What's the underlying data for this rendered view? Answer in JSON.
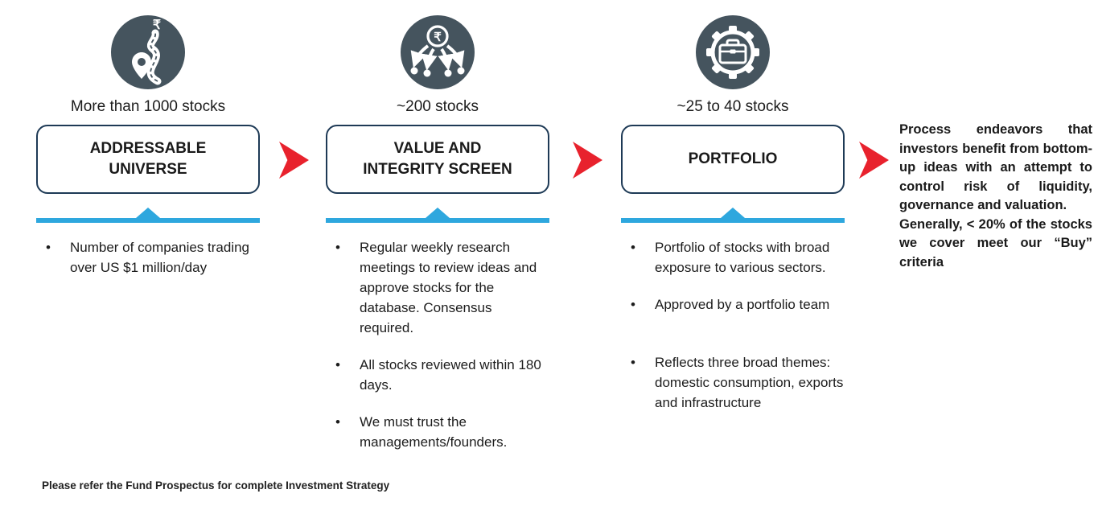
{
  "colors": {
    "icon_circle_bg": "#45545e",
    "box_border": "#1e3a56",
    "accent_blue": "#2ea7de",
    "accent_red": "#e8222d",
    "text": "#1c1c1c"
  },
  "columns": [
    {
      "icon": "route-pin-rupee-icon",
      "count_label": "More than 1000 stocks",
      "box_title": "ADDRESSABLE UNIVERSE",
      "bullets": [
        "Number of companies trading over US $1 million/day"
      ]
    },
    {
      "icon": "rupee-distribution-icon",
      "count_label": "~200 stocks",
      "box_title": "VALUE AND INTEGRITY SCREEN",
      "bullets": [
        "Regular weekly research meetings to review ideas and approve stocks for the database. Consensus required.",
        "All stocks reviewed within 180 days.",
        "We must trust the managements/founders."
      ]
    },
    {
      "icon": "briefcase-gear-icon",
      "count_label": "~25 to 40 stocks",
      "box_title": "PORTFOLIO",
      "bullets": [
        "Portfolio of stocks with broad exposure to various sectors.",
        "Approved by a portfolio team",
        "Reflects three broad themes: domestic consumption, exports and infrastructure"
      ]
    }
  ],
  "summary": {
    "paragraph1": "Process endeavors that investors benefit from bottom-up ideas with an attempt to control risk of liquidity, governance and valuation.",
    "paragraph2": "Generally, < 20% of the stocks we cover meet our “Buy” criteria"
  },
  "footnote": "Please refer the Fund Prospectus for complete Investment Strategy"
}
